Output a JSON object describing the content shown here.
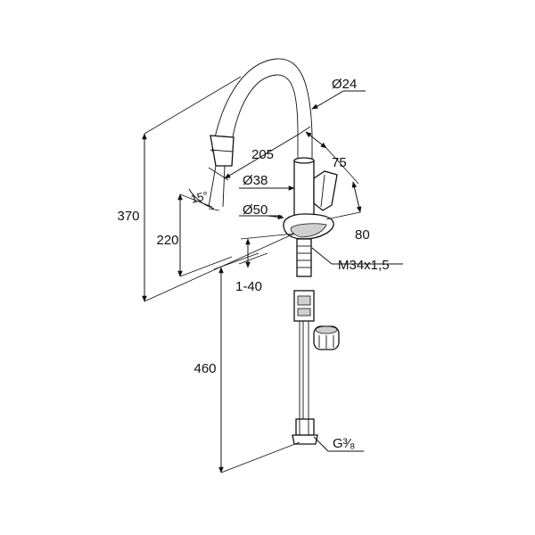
{
  "dimensions": {
    "d24": "Ø24",
    "d205": "205",
    "d75": "75",
    "d38": "Ø38",
    "angle15": "15°",
    "d50": "Ø50",
    "d370": "370",
    "d220": "220",
    "d80": "80",
    "m34": "M34x1,5",
    "d1_40": "1-40",
    "d460": "460",
    "g38": "G³⁄₈"
  }
}
